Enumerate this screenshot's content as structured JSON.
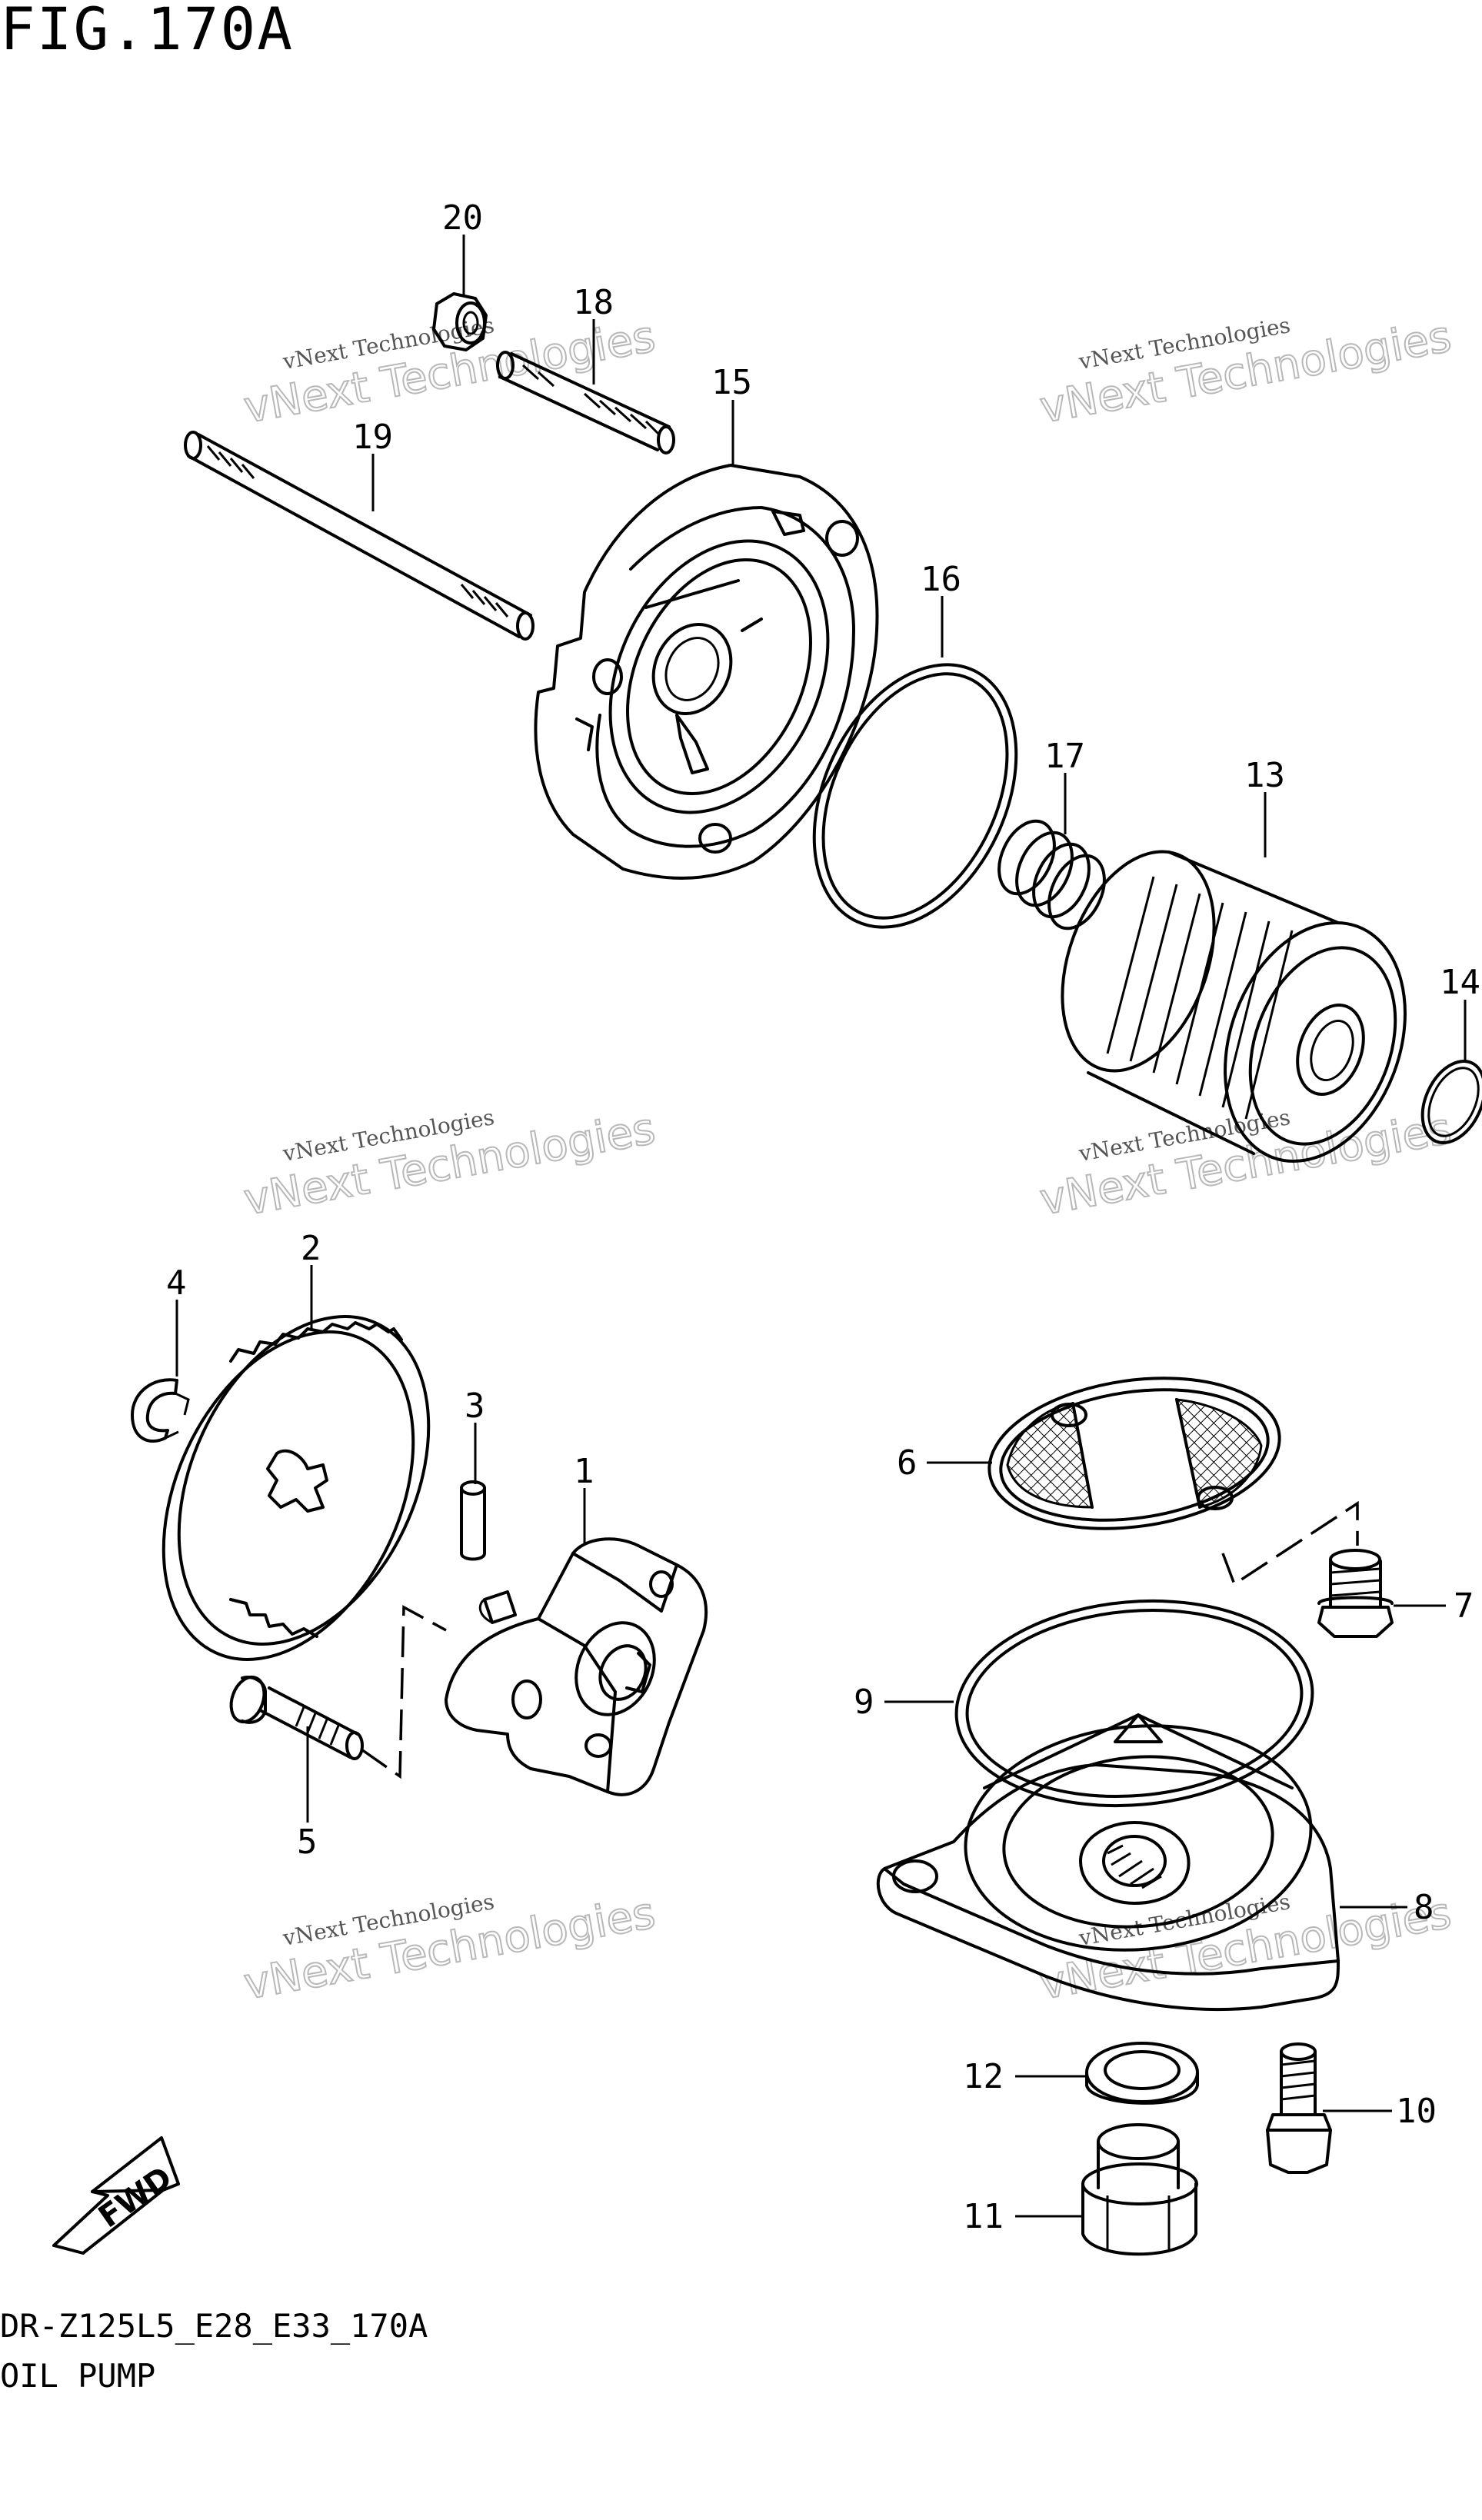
{
  "figure": {
    "title": "FIG.170A",
    "code": "DR-Z125L5_E28_E33_170A",
    "name": "OIL PUMP"
  },
  "watermark": {
    "small": "vNext Technologies",
    "large": "vNext Technologies"
  },
  "fwd_label": "FWD",
  "callouts": {
    "c1": "1",
    "c2": "2",
    "c3": "3",
    "c4": "4",
    "c5": "5",
    "c6": "6",
    "c7": "7",
    "c8": "8",
    "c9": "9",
    "c10": "10",
    "c11": "11",
    "c12": "12",
    "c13": "13",
    "c14": "14",
    "c15": "15",
    "c16": "16",
    "c17": "17",
    "c18": "18",
    "c19": "19",
    "c20": "20"
  },
  "icons": {
    "fwd": "fwd-arrow-icon"
  }
}
